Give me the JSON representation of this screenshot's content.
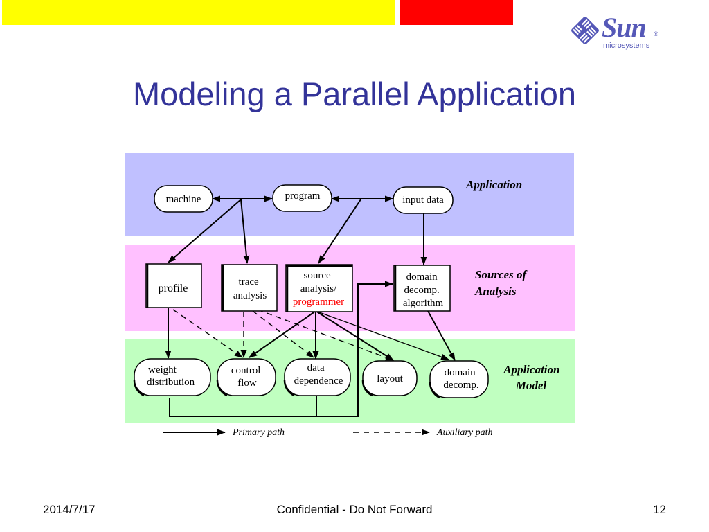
{
  "slide": {
    "title": "Modeling a Parallel Application",
    "footer_date": "2014/7/17",
    "footer_center": "Confidential - Do Not Forward",
    "page_number": "12"
  },
  "logo": {
    "word": "Sun",
    "sub": "microsystems",
    "registered": "®"
  },
  "colors": {
    "title": "#333399",
    "lane_application": "#c0c0ff",
    "lane_sources": "#ffc0ff",
    "lane_model": "#c0ffc0",
    "highlight": "#ff0000",
    "top_bar_yellow": "#ffff00",
    "top_bar_red": "#ff0000"
  },
  "lanes": {
    "application": [
      "Application"
    ],
    "sources": [
      "Sources of",
      "Analysis"
    ],
    "model": [
      "Application",
      "Model"
    ]
  },
  "nodes": {
    "machine": [
      "machine"
    ],
    "program": [
      "program"
    ],
    "input_data": [
      "input data"
    ],
    "profile": [
      "profile"
    ],
    "trace_analysis": [
      "trace",
      "analysis"
    ],
    "source_analysis": [
      "source",
      "analysis/"
    ],
    "source_analysis_highlight": "programmer",
    "domain_algorithm": [
      "domain",
      "decomp.",
      "algorithm"
    ],
    "weight_distribution": [
      "weight",
      "distribution"
    ],
    "control_flow": [
      "control",
      "flow"
    ],
    "data_dependence": [
      "data",
      "dependence"
    ],
    "layout": [
      "layout"
    ],
    "domain_decomp": [
      "domain",
      "decomp."
    ]
  },
  "legend": {
    "primary": "Primary path",
    "auxiliary": "Auxiliary path"
  }
}
